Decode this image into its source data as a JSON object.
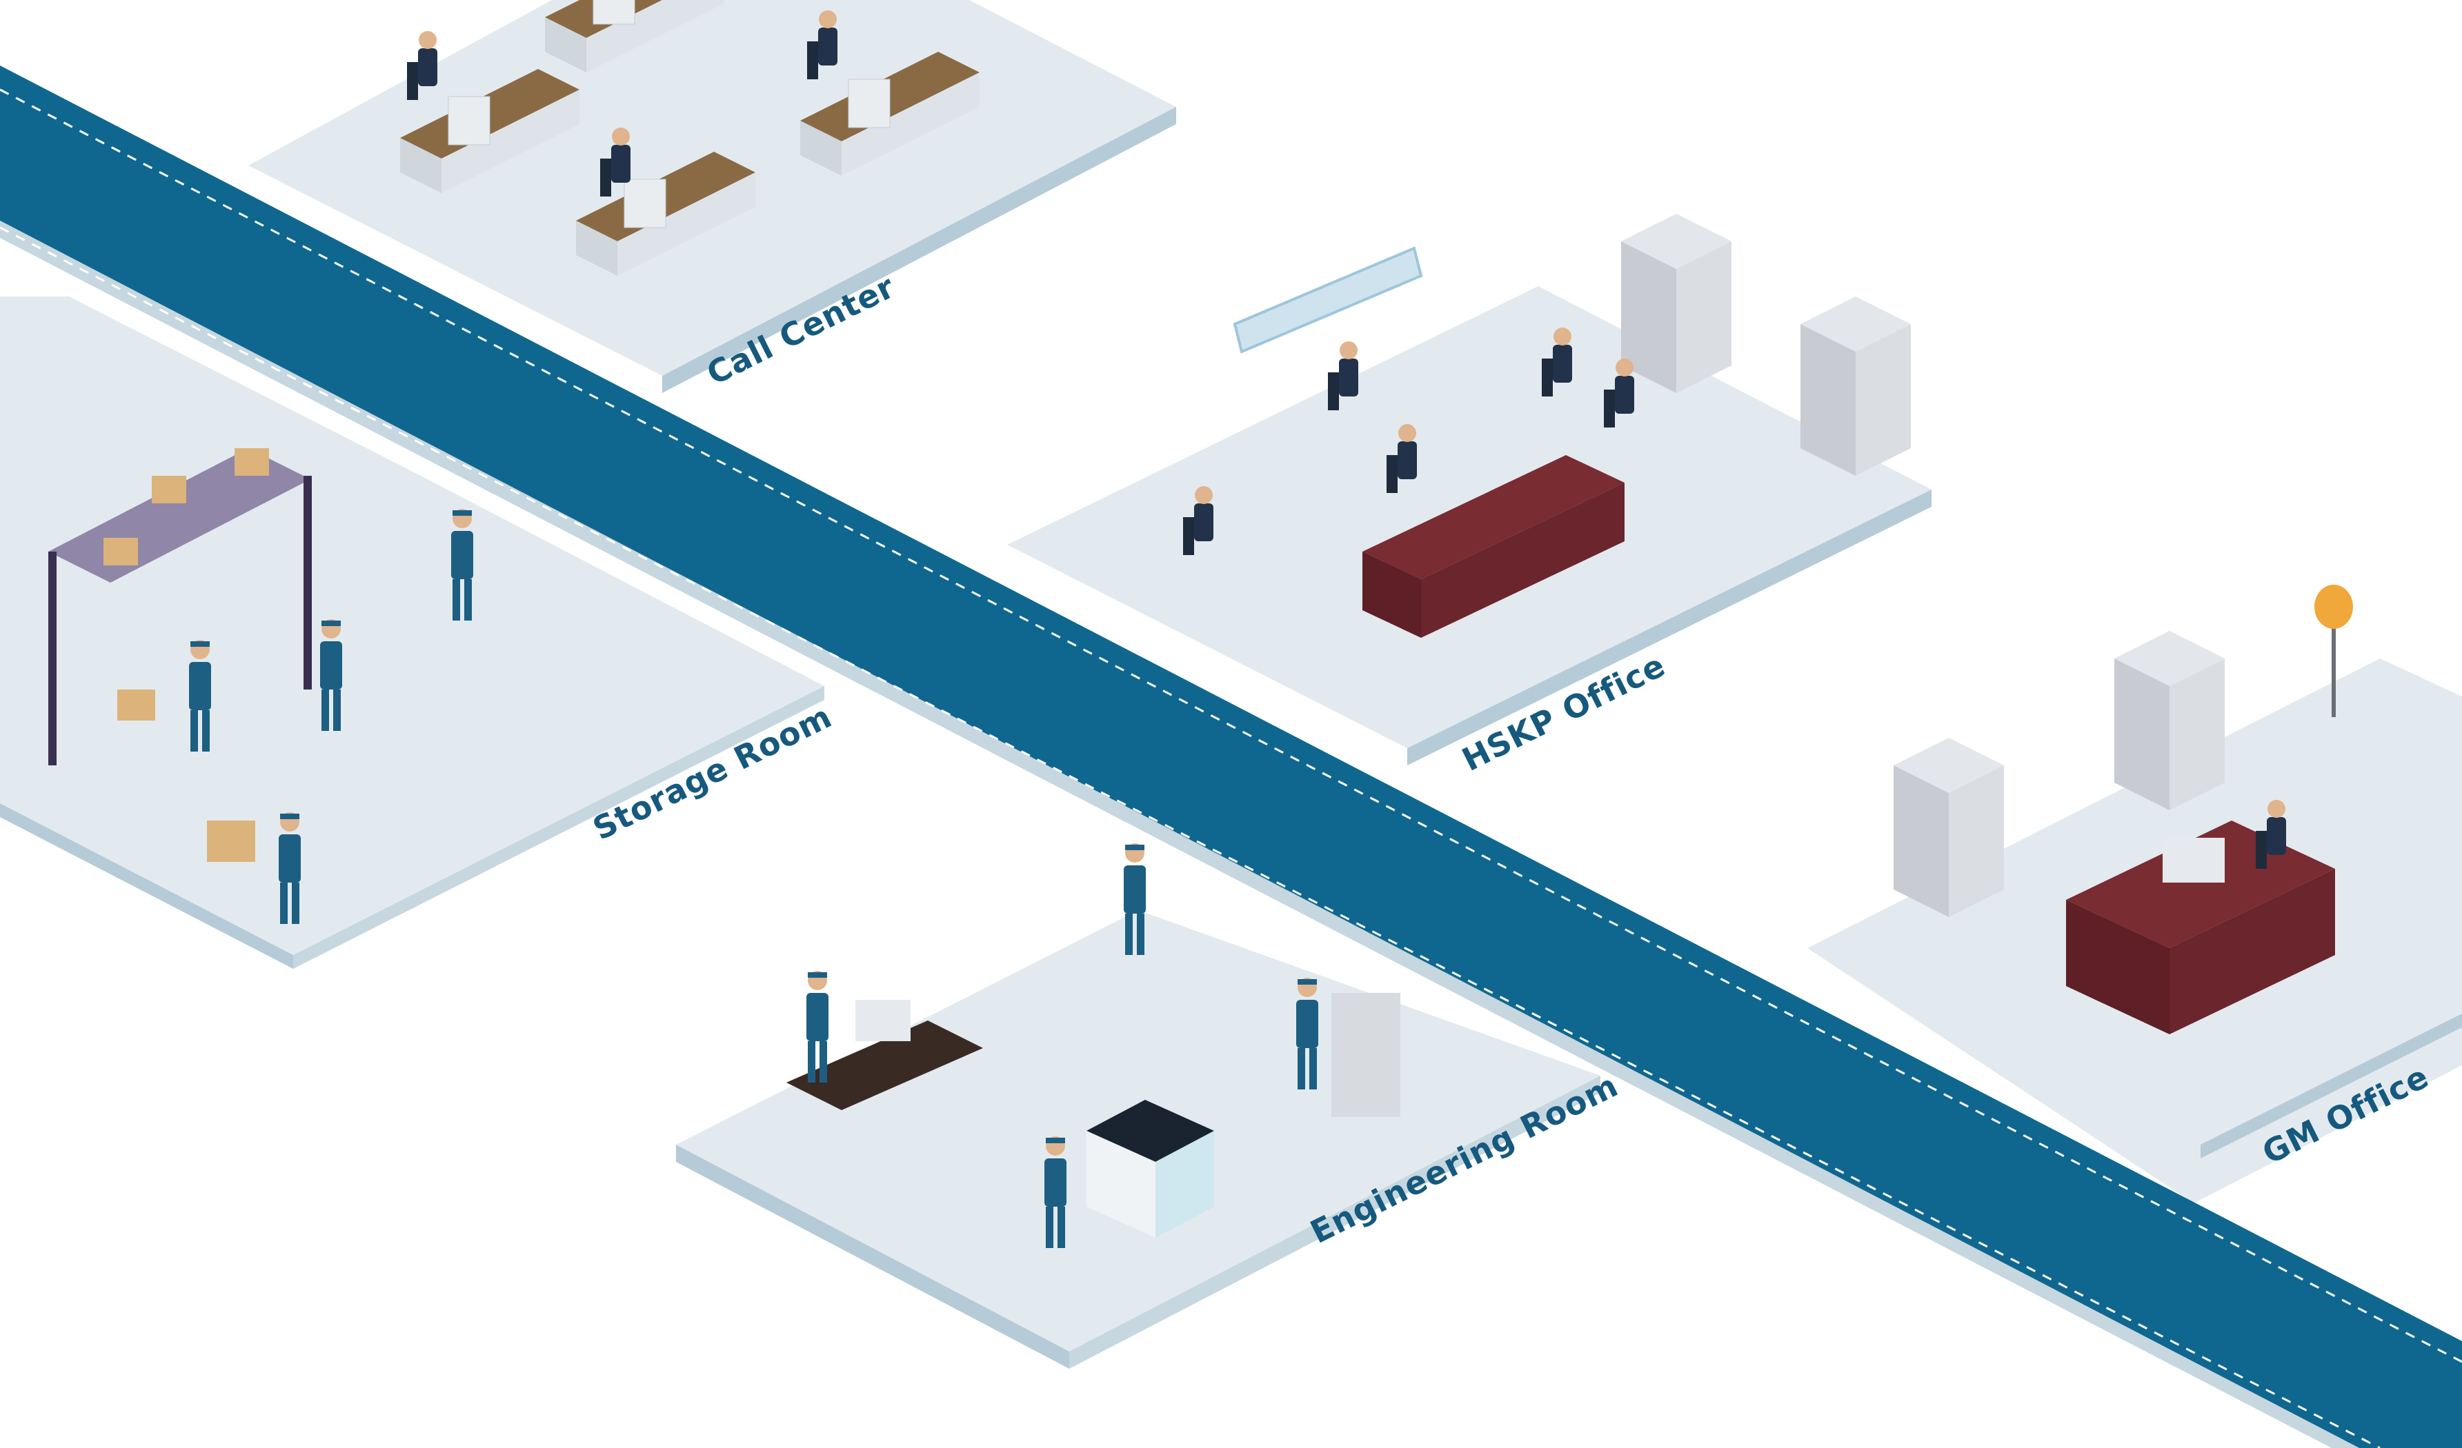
{
  "rooms": {
    "call_center": {
      "label": "Call Center"
    },
    "hskp_office": {
      "label": "HSKP Office"
    },
    "storage_room": {
      "label": "Storage Room"
    },
    "engineering_room": {
      "label": "Engineering Room"
    },
    "gm_office": {
      "label": "GM Office"
    }
  },
  "palette": {
    "corridor": "#0f6790",
    "floor": "#e3eaef",
    "floor_edge": "#b5cbd7",
    "label": "#16597e",
    "uniform": "#1c5f82"
  }
}
